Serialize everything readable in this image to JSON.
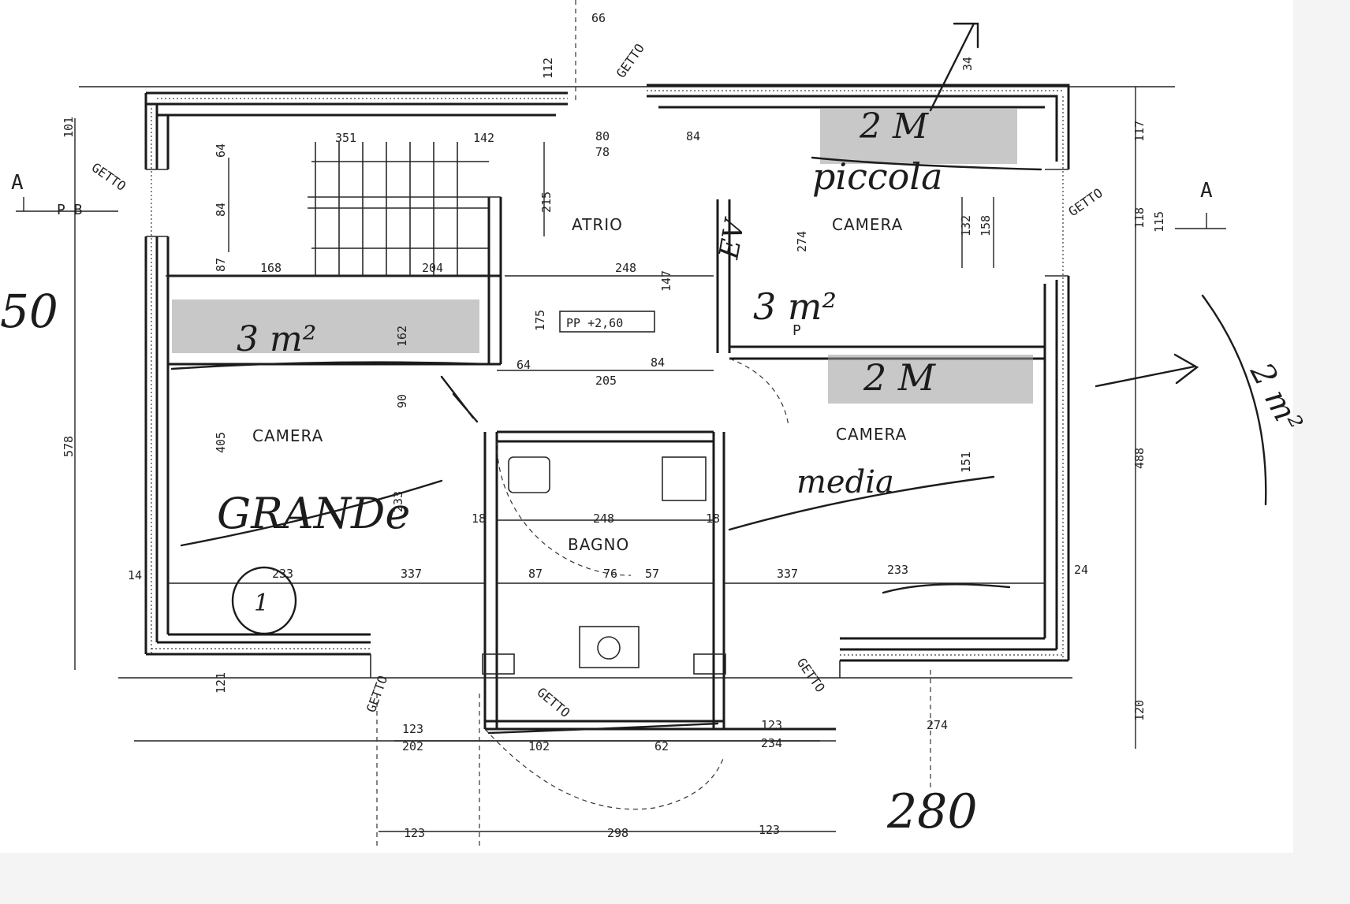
{
  "rooms": {
    "atrio": "ATRIO",
    "camera_top_right": "CAMERA",
    "camera_left": "CAMERA",
    "camera_right": "CAMERA",
    "bagno": "BAGNO"
  },
  "handwritten": {
    "piccola": "piccola",
    "grande": "GRANDe",
    "media": "media",
    "two_m_top": "2 M",
    "two_m_mid": "2 M",
    "three_m_left": "3 m²",
    "three_m_mid": "3 m²",
    "two_m_right": "2 m²",
    "circle_one": "1",
    "fifty": "50",
    "two_eighty": "280",
    "ev": "EV"
  },
  "section_markers": {
    "left": "A",
    "right": "A"
  },
  "labels": {
    "getto": "GETTO",
    "getto_2": "GETTO",
    "getto_3": "GETTO",
    "getto_4": "GETTO",
    "getto_5": "GETTO",
    "getto_6": "GETTO",
    "pb": "P B",
    "p": "P",
    "pp": "PP +2,60"
  },
  "dimensions": {
    "d66": "66",
    "d34": "34",
    "d112": "112",
    "d117": "117",
    "d101": "101",
    "d64": "64",
    "d84": "84",
    "d351": "351",
    "d142": "142",
    "d80": "80",
    "d78": "78",
    "d84b": "84",
    "d215": "215",
    "d274": "274",
    "d132": "132",
    "d158": "158",
    "d118": "118",
    "d115": "115",
    "d87": "87",
    "d168": "168",
    "d204": "204",
    "d248": "248",
    "d147": "147",
    "d175": "175",
    "d162": "162",
    "d64b": "64",
    "d90": "90",
    "d205": "205",
    "d84c": "84",
    "d578": "578",
    "d405": "405",
    "d233": "233",
    "d151": "151",
    "d488": "488",
    "d18": "18",
    "d248b": "248",
    "d18b": "18",
    "d14": "14",
    "d337": "337",
    "d87b": "87",
    "d76": "76",
    "d57": "57",
    "d337b": "337",
    "d24": "24",
    "d233b": "233",
    "d233c": "233",
    "d121": "121",
    "d123": "123",
    "d202": "202",
    "d102": "102",
    "d62": "62",
    "d123b": "123",
    "d234": "234",
    "d274b": "274",
    "d120": "120",
    "d123c": "123",
    "d298": "298",
    "d123d": "123"
  }
}
